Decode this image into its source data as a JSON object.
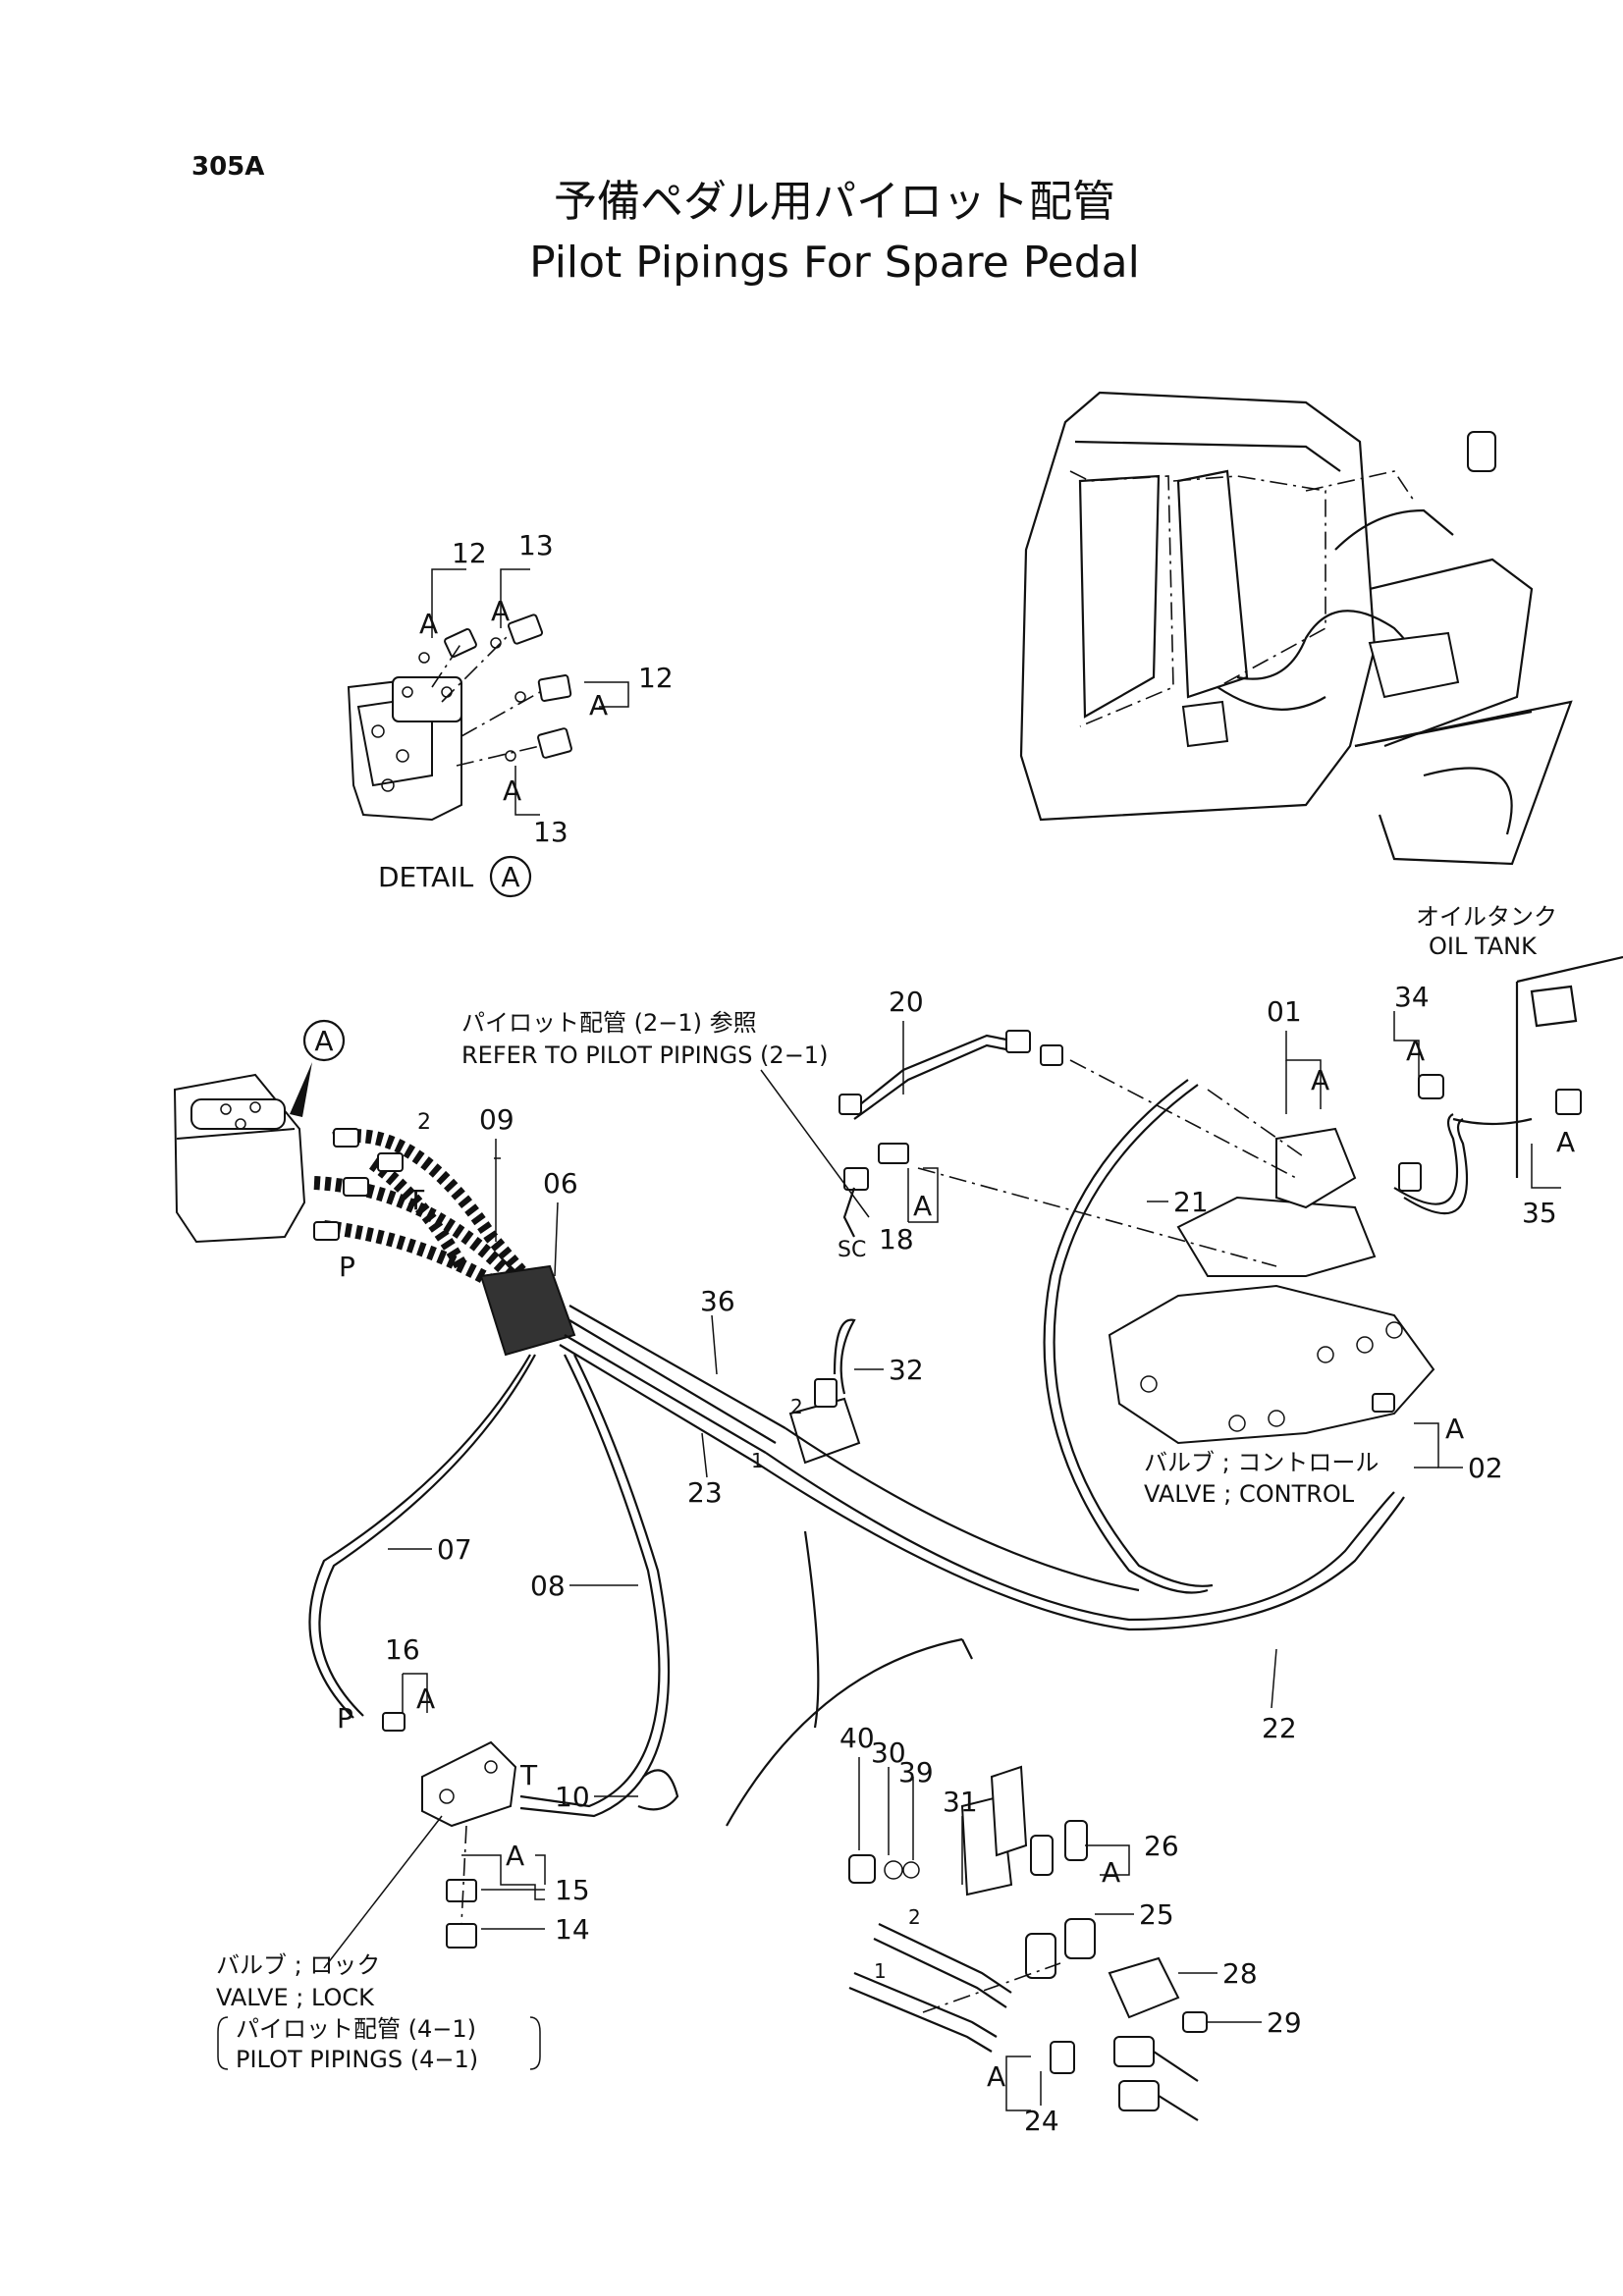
{
  "page": {
    "code": "305A",
    "title_ja": "予備ペダル用パイロット配管",
    "title_en": "Pilot Pipings For Spare Pedal"
  },
  "detail": {
    "label": "DETAIL",
    "marker": "A",
    "letter": "A",
    "parts": [
      "12",
      "13",
      "12",
      "13"
    ]
  },
  "notes": {
    "refer_ja": "パイロット配管 (2−1) 参照",
    "refer_en": "REFER TO PILOT PIPINGS (2−1)",
    "oil_tank_ja": "オイルタンク",
    "oil_tank_en": "OIL TANK",
    "valve_control_ja": "バルブ ; コントロール",
    "valve_control_en": "VALVE ; CONTROL",
    "valve_lock_ja": "バルブ ; ロック",
    "valve_lock_en": "VALVE ; LOCK",
    "pilot41_ja": "パイロット配管 (4−1)",
    "pilot41_en": "PILOT PIPINGS (4−1)"
  },
  "port_letters": {
    "p": "P",
    "t": "T",
    "sc": "SC",
    "one": "1",
    "two": "2",
    "a": "A"
  },
  "callouts": [
    "01",
    "02",
    "06",
    "07",
    "08",
    "09",
    "10",
    "14",
    "15",
    "16",
    "18",
    "20",
    "21",
    "22",
    "23",
    "24",
    "25",
    "26",
    "28",
    "29",
    "30",
    "31",
    "32",
    "34",
    "35",
    "36",
    "39",
    "40"
  ]
}
